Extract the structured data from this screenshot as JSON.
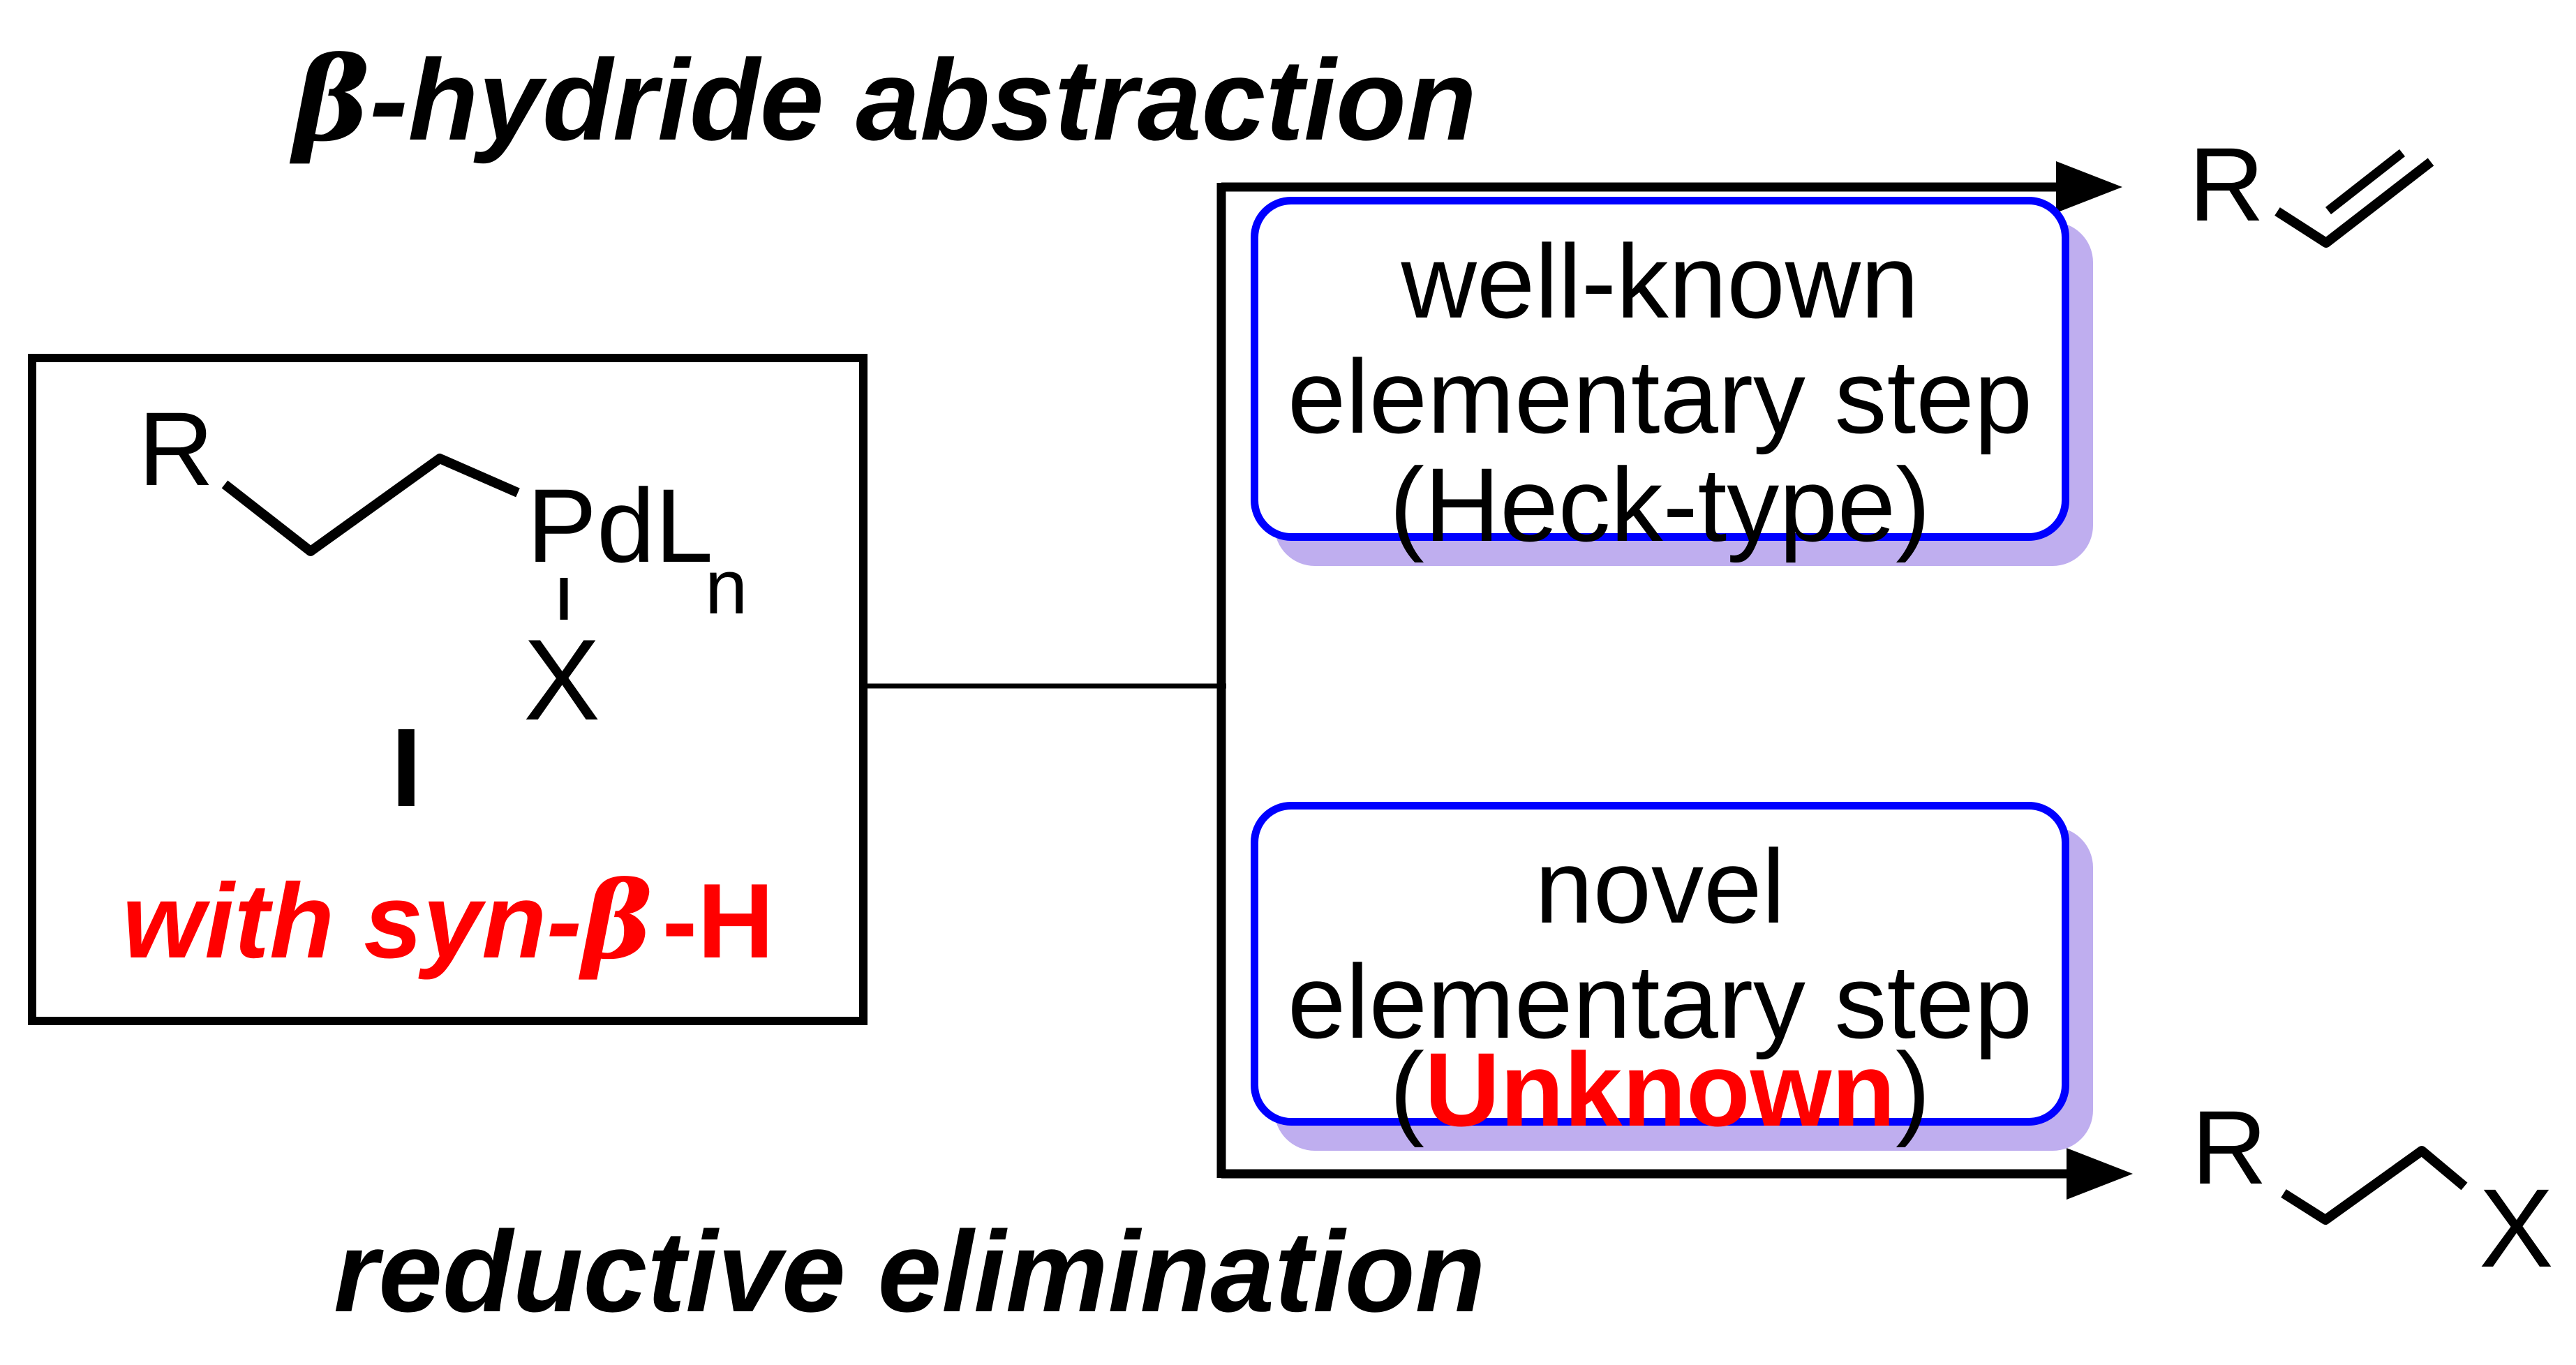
{
  "scheme": {
    "top_pathway_label": {
      "beta": "β",
      "text": "-hydride abstraction"
    },
    "bottom_pathway_label": "reductive elimination",
    "reactant": {
      "r_group": "R",
      "metal": "PdL",
      "metal_sub": "n",
      "x_ligand": "X",
      "compound_number": "I",
      "annotation": {
        "with": "with ",
        "syn": "syn-",
        "beta": "β",
        "h": "-H"
      }
    },
    "outcome_top": {
      "line1": "well-known",
      "line2": "elementary step",
      "open_paren": "(",
      "name": "Heck-type",
      "close_paren": ")"
    },
    "outcome_bottom": {
      "line1": "novel",
      "line2": "elementary step",
      "open_paren": "(",
      "name": "Unknown",
      "close_paren": ")"
    },
    "product_top": {
      "r_group": "R"
    },
    "product_bottom": {
      "r_group": "R",
      "x_group": "X"
    },
    "colors": {
      "outline_blue": "#0000FF",
      "shadow_lavender": "#BFAEEF",
      "highlight_red": "#FF0000",
      "ink_black": "#000000"
    }
  }
}
